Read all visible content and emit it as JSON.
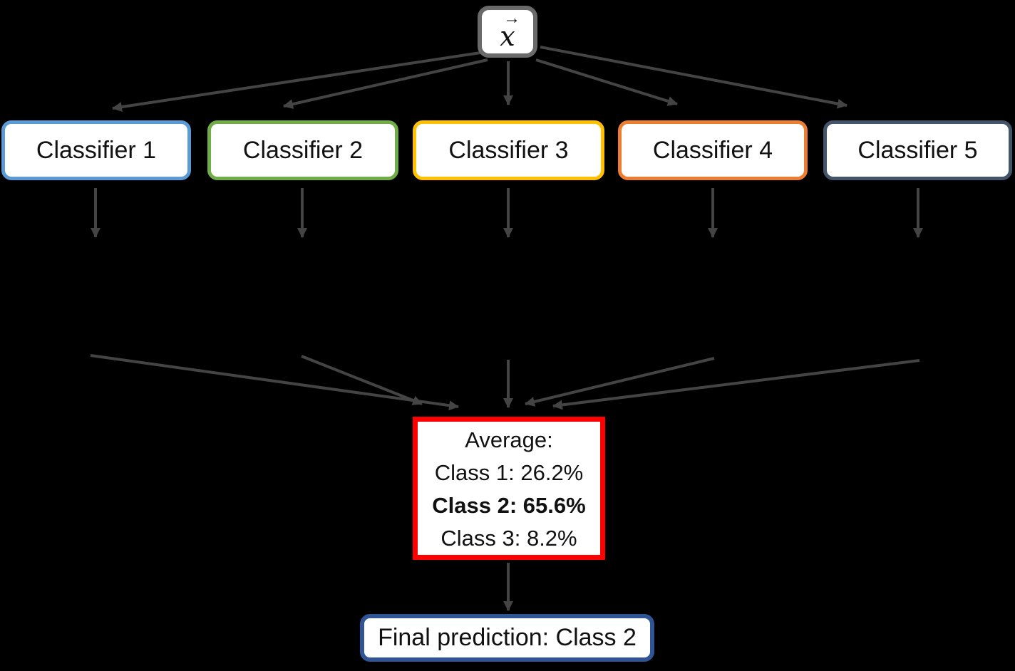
{
  "page": {
    "background": "#000000"
  },
  "input_node": {
    "symbol": "x",
    "vector_arrow": "→",
    "border_color": "#6A6A6A"
  },
  "classifiers": [
    {
      "label": "Classifier 1",
      "border_color": "#5B9BD5"
    },
    {
      "label": "Classifier 2",
      "border_color": "#70AD47"
    },
    {
      "label": "Classifier 3",
      "border_color": "#FFC000"
    },
    {
      "label": "Classifier 4",
      "border_color": "#ED7D31"
    },
    {
      "label": "Classifier 5",
      "border_color": "#44546A"
    }
  ],
  "average_node": {
    "border_color": "#FF0000",
    "title": "Average:",
    "rows": [
      {
        "label": "Class 1: 26.2%",
        "bold": false
      },
      {
        "label": "Class 2: 65.6%",
        "bold": true
      },
      {
        "label": "Class 3: 8.2%",
        "bold": false
      }
    ]
  },
  "final_node": {
    "label": "Final prediction: Class 2",
    "border_color": "#2F5597"
  },
  "arrows": {
    "color": "#444444"
  }
}
